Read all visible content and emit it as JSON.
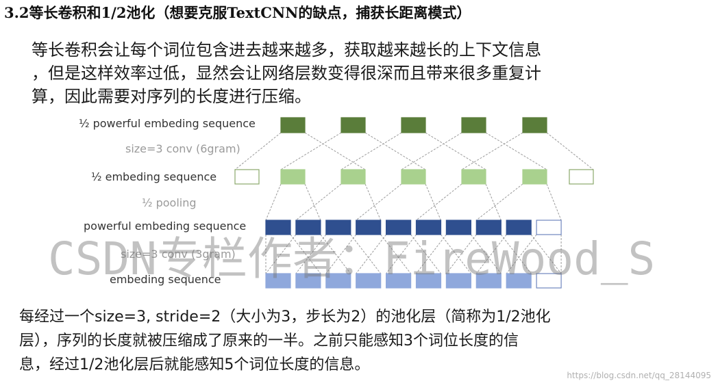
{
  "heading": "3.2等长卷积和1/2池化（想要克服TextCNN的缺点，捕获长距离模式）",
  "intro": {
    "lines": [
      "等长卷积会让每个词位包含进去越来越多，获取越来越长的上下文信息",
      "，但是这样效率过低，显然会让网络层数变得很深而且带来很多重复计",
      "算，因此需要对序列的长度进行压缩。"
    ]
  },
  "diagram": {
    "rows": [
      {
        "label": "½ powerful embeding sequence",
        "style": "dark-green",
        "count": 5
      },
      {
        "label": "size=3 conv (6gram)",
        "kind": "operation"
      },
      {
        "label": "½ embeding sequence",
        "style": "light-green",
        "count": 7,
        "empty_ends": true
      },
      {
        "label": "½ pooling",
        "kind": "operation"
      },
      {
        "label": "powerful embeding sequence",
        "style": "dark-blue",
        "count": 10,
        "empty_last": true
      },
      {
        "label": "size=3 conv (3gram)",
        "kind": "operation"
      },
      {
        "label": "embeding sequence",
        "style": "light-blue",
        "count": 10,
        "empty_last": true
      }
    ],
    "colors": {
      "dark_green": "#5a7d3a",
      "light_green": "#a9d18e",
      "dark_blue": "#2f4f8f",
      "light_blue": "#8fa8dc",
      "empty_border_green": "#8aa86a",
      "empty_border_blue": "#6f86bf",
      "connector": "#9a9a9a"
    }
  },
  "outro": {
    "lines": [
      "每经过一个size=3, stride=2（大小为3，步长为2）的池化层（简称为1/2池化",
      "层），序列的长度就被压缩成了原来的一半。之前只能感知3个词位长度的信",
      "息，经过1/2池化层后就能感知5个词位长度的信息。"
    ]
  },
  "watermark": "CSDN专栏作者：FireWood_S",
  "credit": "https://blog.csdn.net/qq_28144095"
}
